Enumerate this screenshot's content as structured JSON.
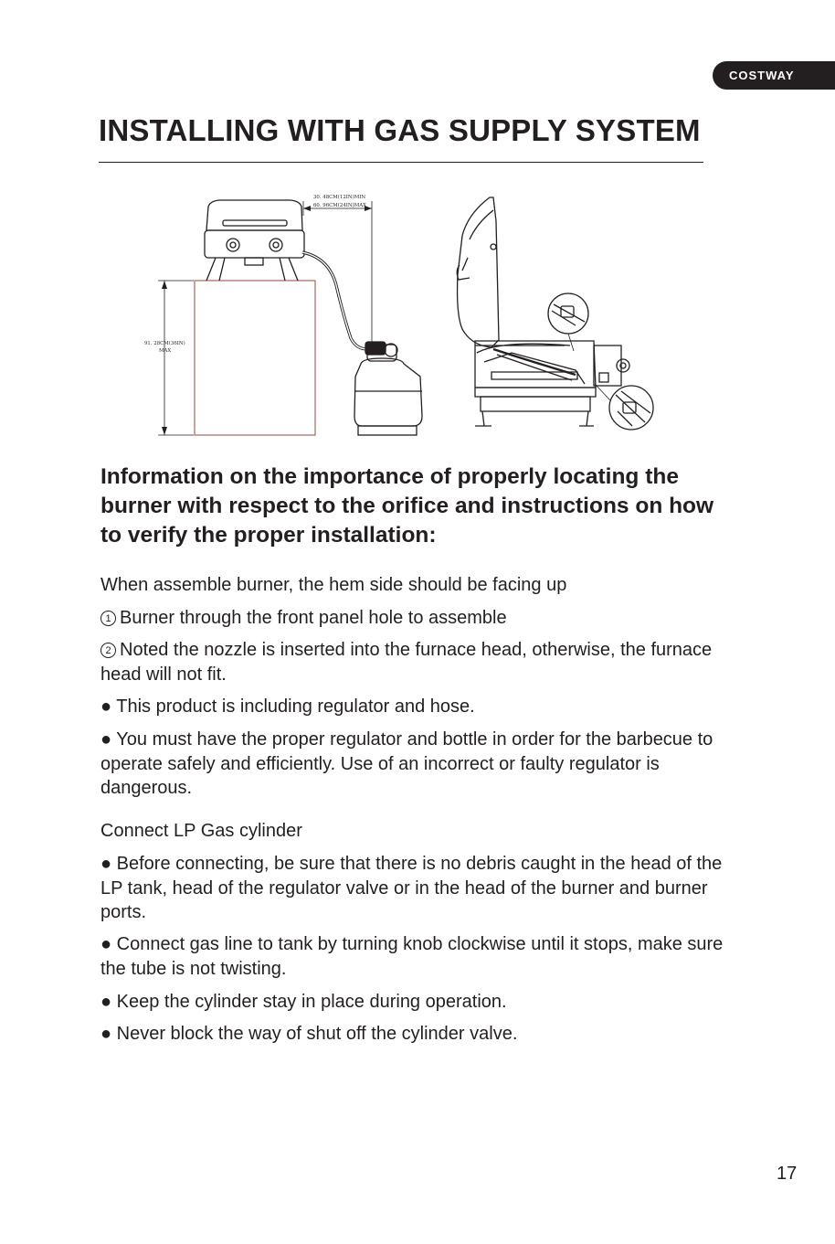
{
  "brand": "COSTWAY",
  "title": "INSTALLING WITH GAS SUPPLY SYSTEM",
  "figure": {
    "dim_top_line1": "30. 48CM(12IN)MIN",
    "dim_top_line2": "60. 96CM(24IN)MAX",
    "dim_side_line1": "91. 28CM(36IN)",
    "dim_side_line2": "MAX"
  },
  "subheading": "Information on the importance of properly locating the burner with respect to the orifice and instructions on how to verify the proper installation:",
  "paragraphs": {
    "p1": "When assemble burner, the hem side should be facing up",
    "step1_num": "1",
    "step1": "Burner through the front panel hole to assemble",
    "step2_num": "2",
    "step2": "Noted the nozzle is inserted into the furnace head, otherwise, the furnace head will not fit.",
    "b1": "● This product is including regulator and hose.",
    "b2": "● You must have the proper regulator and bottle in order for the barbecue to operate safely and efficiently. Use of an incorrect or faulty regulator is dangerous.",
    "connect_heading": "Connect LP Gas cylinder",
    "b3": "● Before connecting, be sure that there is no debris caught in the head of the LP tank, head of the regulator valve or in the head of the burner and burner ports.",
    "b4": "● Connect gas line to tank by turning knob clockwise until it stops, make sure the tube is not twisting.",
    "b5": "● Keep the cylinder stay in place during operation.",
    "b6": "● Never block the way of shut off the cylinder valve."
  },
  "page_number": "17"
}
